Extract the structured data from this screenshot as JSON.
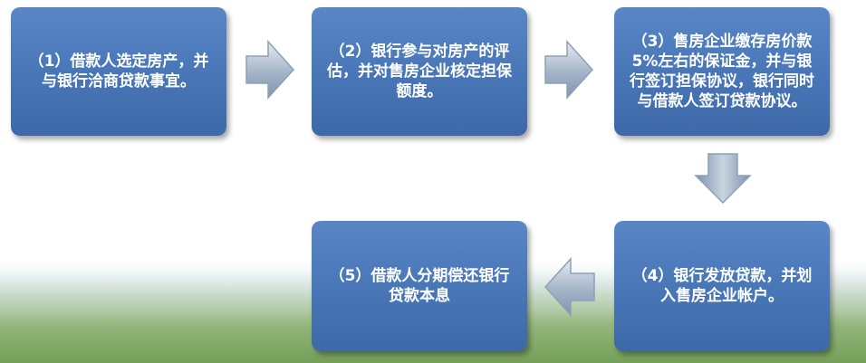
{
  "steps": [
    {
      "label": "（1）借款人选定房产，并与银行洽商贷款事宜。"
    },
    {
      "label": "（2）银行参与对房产的评估，并对售房企业核定担保额度。"
    },
    {
      "label": "（3）售房企业缴存房价款5%左右的保证金，并与银行签订担保协议，银行同时与借款人签订贷款协议。"
    },
    {
      "label": "（4）银行发放贷款，并划入售房企业帐户。"
    },
    {
      "label": "（5）借款人分期偿还银行贷款本息"
    }
  ],
  "colors": {
    "box": "#4a78b9",
    "arrow": "#a9b9cc"
  }
}
